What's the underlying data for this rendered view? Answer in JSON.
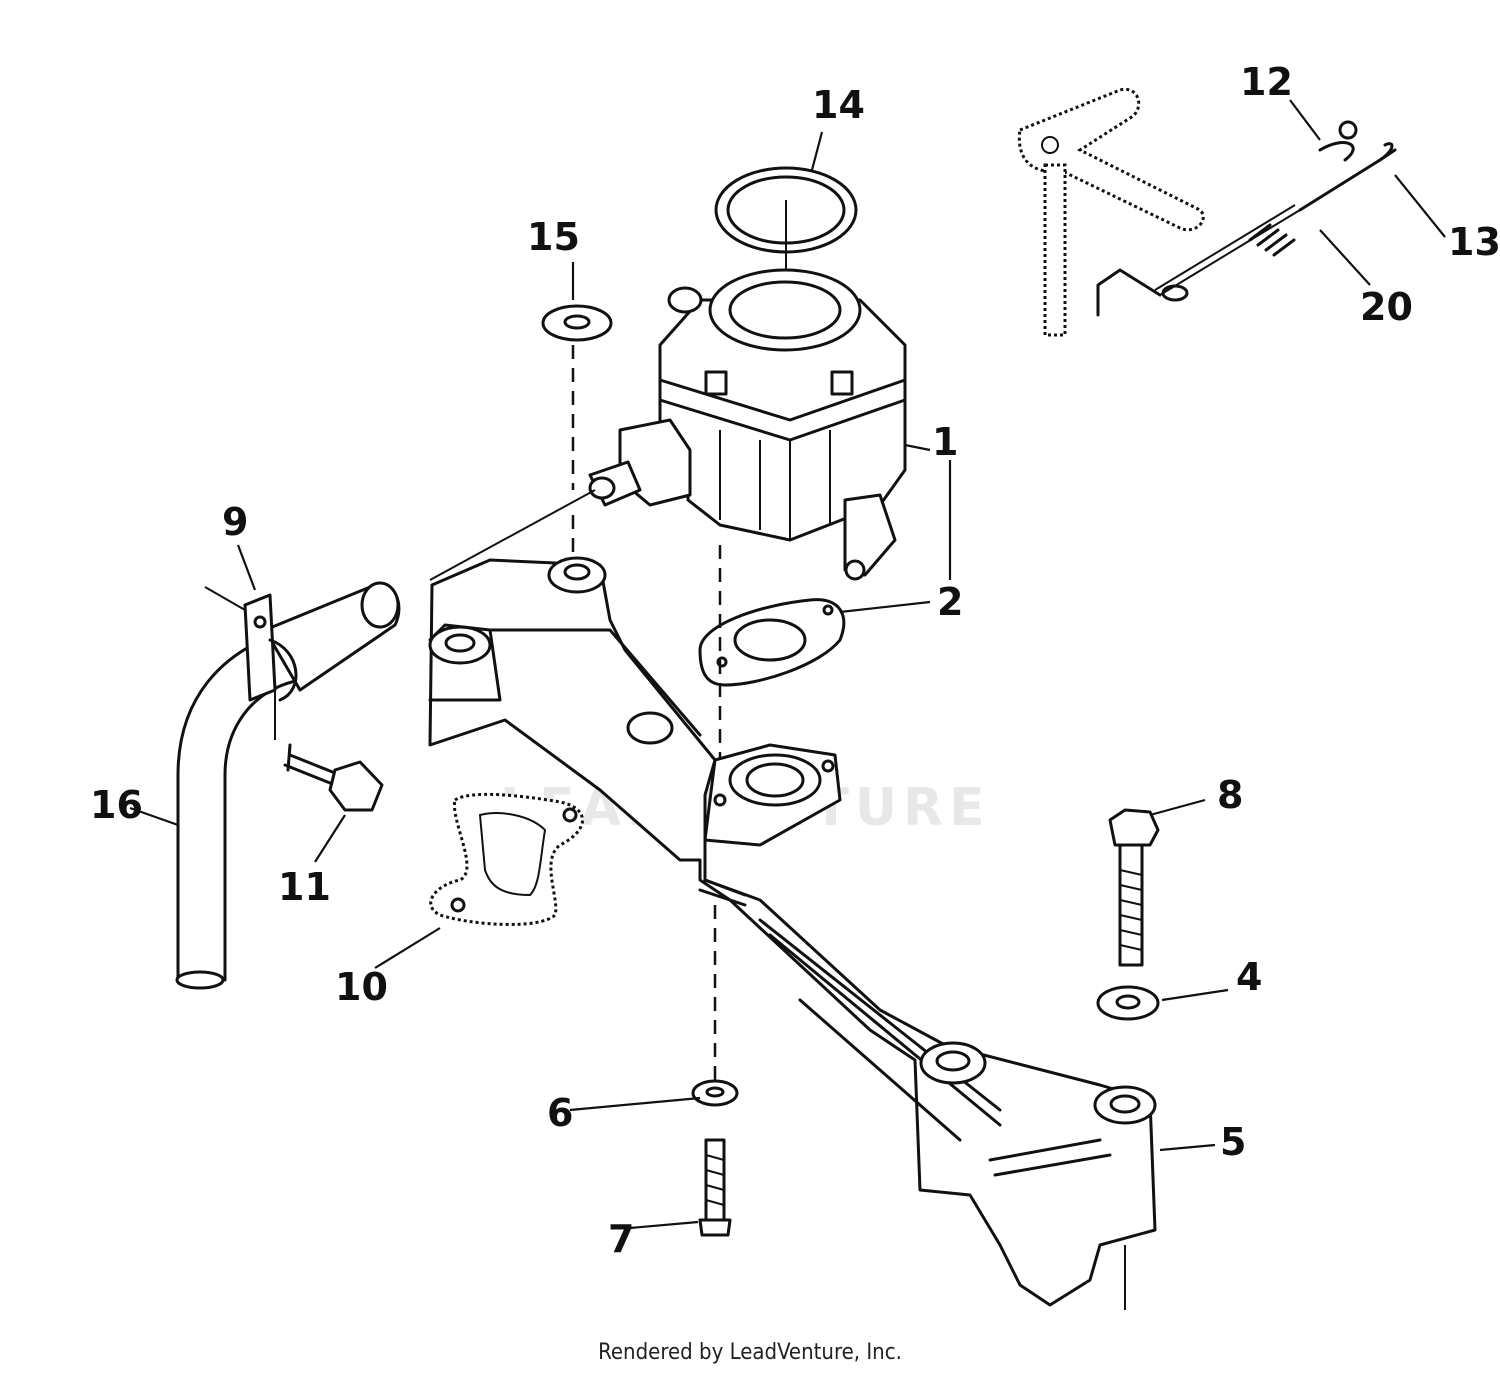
{
  "diagram": {
    "watermark": "LEADVENTURE",
    "callouts": {
      "c1": "1",
      "c2": "2",
      "c4": "4",
      "c5": "5",
      "c6": "6",
      "c7": "7",
      "c8": "8",
      "c9": "9",
      "c10": "10",
      "c11": "11",
      "c12": "12",
      "c13": "13",
      "c14": "14",
      "c15": "15",
      "c16": "16",
      "c20": "20"
    }
  },
  "footer": {
    "credit": "Rendered by LeadVenture, Inc."
  }
}
